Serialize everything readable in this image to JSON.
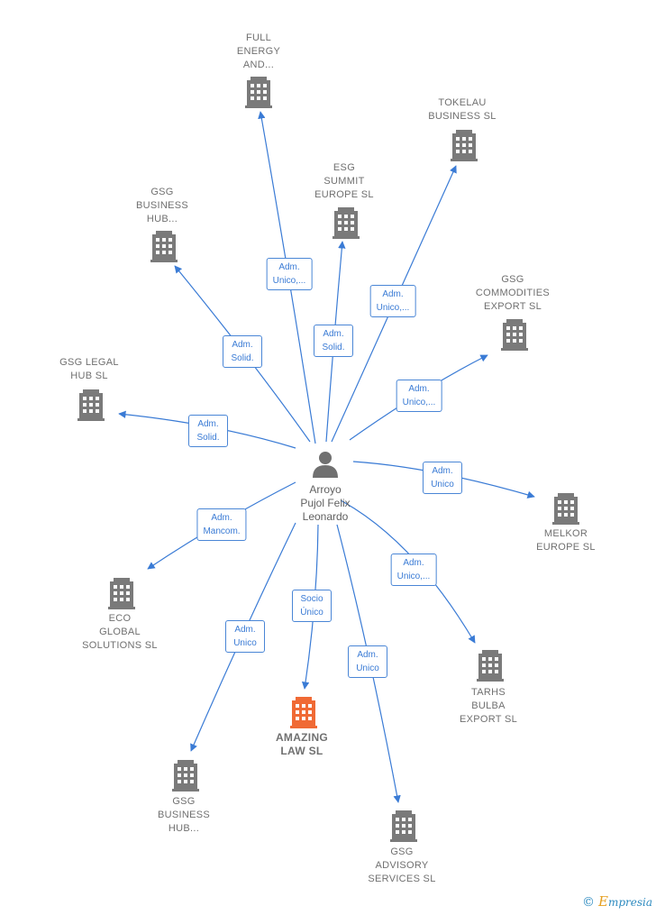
{
  "person": {
    "label": "Arroyo\nPujol Felix\nLeonardo"
  },
  "companies": [
    {
      "id": "full-energy",
      "label": "FULL\nENERGY\nAND...",
      "highlight": false
    },
    {
      "id": "tokelau",
      "label": "TOKELAU\nBUSINESS  SL",
      "highlight": false
    },
    {
      "id": "esg-summit",
      "label": "ESG\nSUMMIT\nEUROPE  SL",
      "highlight": false
    },
    {
      "id": "gsg-business-hub-top",
      "label": "GSG\nBUSINESS\nHUB...",
      "highlight": false
    },
    {
      "id": "gsg-commodities",
      "label": "GSG\nCOMMODITIES\nEXPORT  SL",
      "highlight": false
    },
    {
      "id": "gsg-legal-hub",
      "label": "GSG LEGAL\nHUB  SL",
      "highlight": false
    },
    {
      "id": "melkor",
      "label": "MELKOR\nEUROPE  SL",
      "highlight": false
    },
    {
      "id": "eco-global",
      "label": "ECO\nGLOBAL\nSOLUTIONS SL",
      "highlight": false
    },
    {
      "id": "tarhs-bulba",
      "label": "TARHS\nBULBA\nEXPORT  SL",
      "highlight": false
    },
    {
      "id": "amazing-law",
      "label": "AMAZING\nLAW  SL",
      "highlight": true
    },
    {
      "id": "gsg-business-hub-bottom",
      "label": "GSG\nBUSINESS\nHUB...",
      "highlight": false
    },
    {
      "id": "gsg-advisory",
      "label": "GSG\nADVISORY\nSERVICES  SL",
      "highlight": false
    }
  ],
  "edges": [
    {
      "to": "full-energy",
      "label": "Adm.\nUnico,..."
    },
    {
      "to": "tokelau",
      "label": "Adm.\nUnico,..."
    },
    {
      "to": "esg-summit",
      "label": "Adm.\nSolid."
    },
    {
      "to": "gsg-business-hub-top",
      "label": "Adm.\nSolid."
    },
    {
      "to": "gsg-commodities",
      "label": "Adm.\nUnico,..."
    },
    {
      "to": "gsg-legal-hub",
      "label": "Adm.\nSolid."
    },
    {
      "to": "melkor",
      "label": "Adm.\nUnico"
    },
    {
      "to": "eco-global",
      "label": "Adm.\nMancom."
    },
    {
      "to": "tarhs-bulba",
      "label": "Adm.\nUnico,..."
    },
    {
      "to": "amazing-law",
      "label": "Socio\nÚnico"
    },
    {
      "to": "gsg-business-hub-bottom",
      "label": "Adm.\nUnico"
    },
    {
      "to": "gsg-advisory",
      "label": "Adm.\nUnico"
    }
  ],
  "colors": {
    "edge": "#3a7bd5",
    "building": "#7a7a7a",
    "highlight": "#f06a35",
    "person": "#707070"
  },
  "footer": {
    "copyright": "©",
    "brand_initial": "E",
    "brand_rest": "mpresia"
  }
}
